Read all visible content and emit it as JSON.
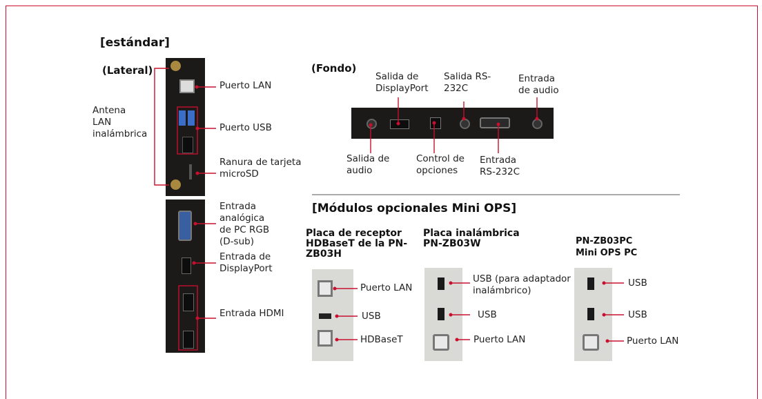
{
  "colors": {
    "accent": "#c8102e",
    "panel_dark": "#1b1a18",
    "panel_light": "#d9d9d6"
  },
  "standard": {
    "title": "[estándar]",
    "side_label": "(Lateral)",
    "bottom_label": "(Fondo)",
    "antenna": "Antena\nLAN\ninalámbrica",
    "side_ports": {
      "lan": "Puerto LAN",
      "usb": "Puerto USB",
      "microsd": "Ranura de tarjeta\nmicroSD",
      "rgb": "Entrada\nanalógica\nde PC RGB\n(D-sub)",
      "dp_in": "Entrada de\nDisplayPort",
      "hdmi": "Entrada HDMI"
    },
    "bottom_ports": {
      "dp_out": "Salida de\nDisplayPort",
      "rs232_out": "Salida RS-\n232C",
      "audio_in": "Entrada\nde audio",
      "audio_out": "Salida de\naudio",
      "option_ctrl": "Control de\nopciones",
      "rs232_in": "Entrada\nRS-232C"
    }
  },
  "modules": {
    "title": "[Módulos opcionales Mini OPS]",
    "hdbaset": {
      "title": "Placa de receptor\nHDBaseT de la PN-\nZB03H",
      "ports": [
        "Puerto LAN",
        "USB",
        "HDBaseT"
      ]
    },
    "wireless": {
      "title": "Placa inalámbrica\nPN-ZB03W",
      "ports": [
        "USB (para adaptador\ninalámbrico)",
        "USB",
        "Puerto LAN"
      ]
    },
    "pc": {
      "title": "PN-ZB03PC\nMini OPS PC",
      "ports": [
        "USB",
        "USB",
        "Puerto LAN"
      ]
    }
  }
}
